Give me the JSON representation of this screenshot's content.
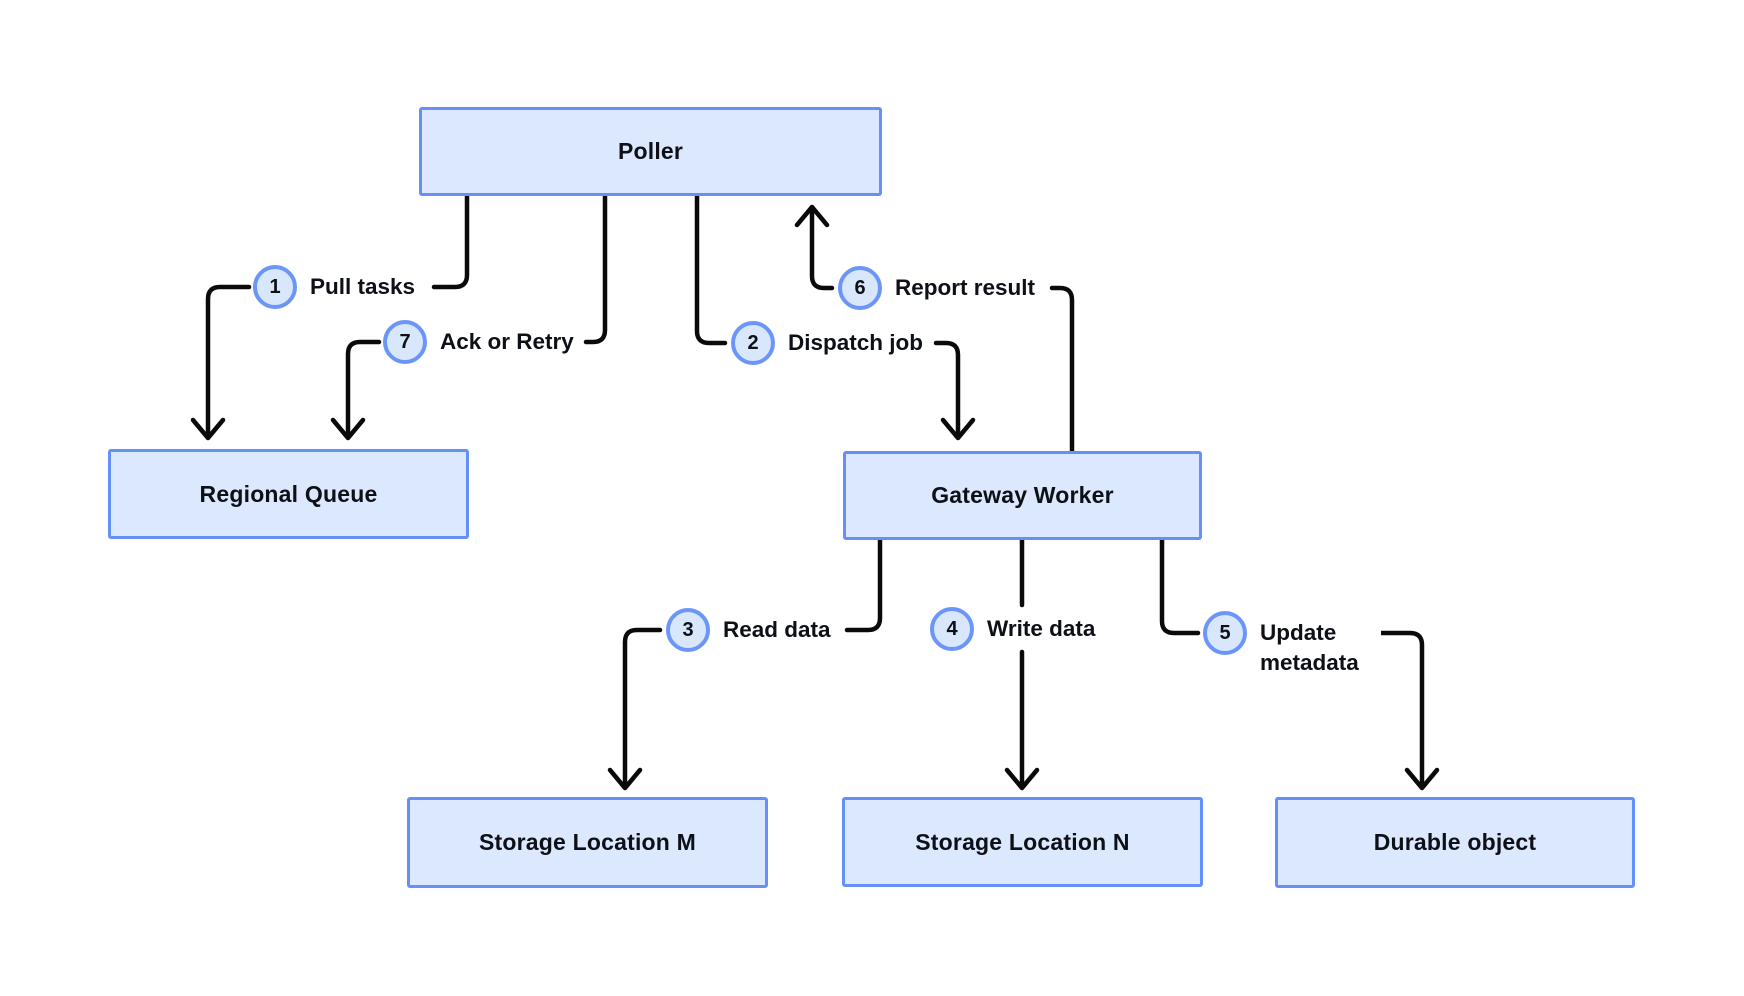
{
  "diagram": {
    "background": "#ffffff",
    "colors": {
      "node_fill": "#dce8fd",
      "node_border": "#6590f5",
      "badge_fill": "#d9e7fd",
      "badge_border": "#6b96f7",
      "connector": "#0a0a0a",
      "text": "#0d1016"
    },
    "nodes": {
      "poller": {
        "label": "Poller"
      },
      "regional_queue": {
        "label": "Regional Queue"
      },
      "gateway_worker": {
        "label": "Gateway Worker"
      },
      "storage_m": {
        "label": "Storage Location M"
      },
      "storage_n": {
        "label": "Storage Location N"
      },
      "durable_object": {
        "label": "Durable object"
      }
    },
    "steps": [
      {
        "num": "1",
        "label": "Pull tasks",
        "from": "Poller",
        "to": "Regional Queue"
      },
      {
        "num": "7",
        "label": "Ack or Retry",
        "from": "Poller",
        "to": "Regional Queue"
      },
      {
        "num": "2",
        "label": "Dispatch job",
        "from": "Poller",
        "to": "Gateway Worker"
      },
      {
        "num": "6",
        "label": "Report result",
        "from": "Gateway Worker",
        "to": "Poller"
      },
      {
        "num": "3",
        "label": "Read data",
        "from": "Gateway Worker",
        "to": "Storage Location M"
      },
      {
        "num": "4",
        "label": "Write data",
        "from": "Gateway Worker",
        "to": "Storage Location N"
      },
      {
        "num": "5",
        "label": "Update metadata",
        "from": "Gateway Worker",
        "to": "Durable object"
      }
    ]
  }
}
